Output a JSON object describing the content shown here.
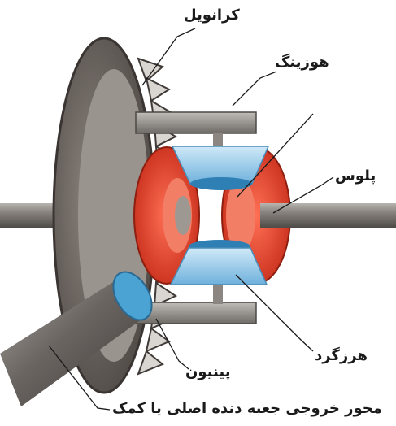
{
  "labels": {
    "crown_wheel": "کرانویل",
    "housing": "هوزینگ",
    "axle": "پلوس",
    "spider_gear": "هرزگرد",
    "pinion": "پینیون",
    "input_shaft": "محور خروجی جعبه دنده اصلی یا کمک"
  },
  "colors": {
    "crown_metal": "#6f6863",
    "shaft_metal": "#6b6763",
    "side_gear": "#e53a26",
    "spider_gear": "#8fc7ea",
    "pinion_gear": "#4aa3d2",
    "housing_metal": "#8b8681"
  }
}
